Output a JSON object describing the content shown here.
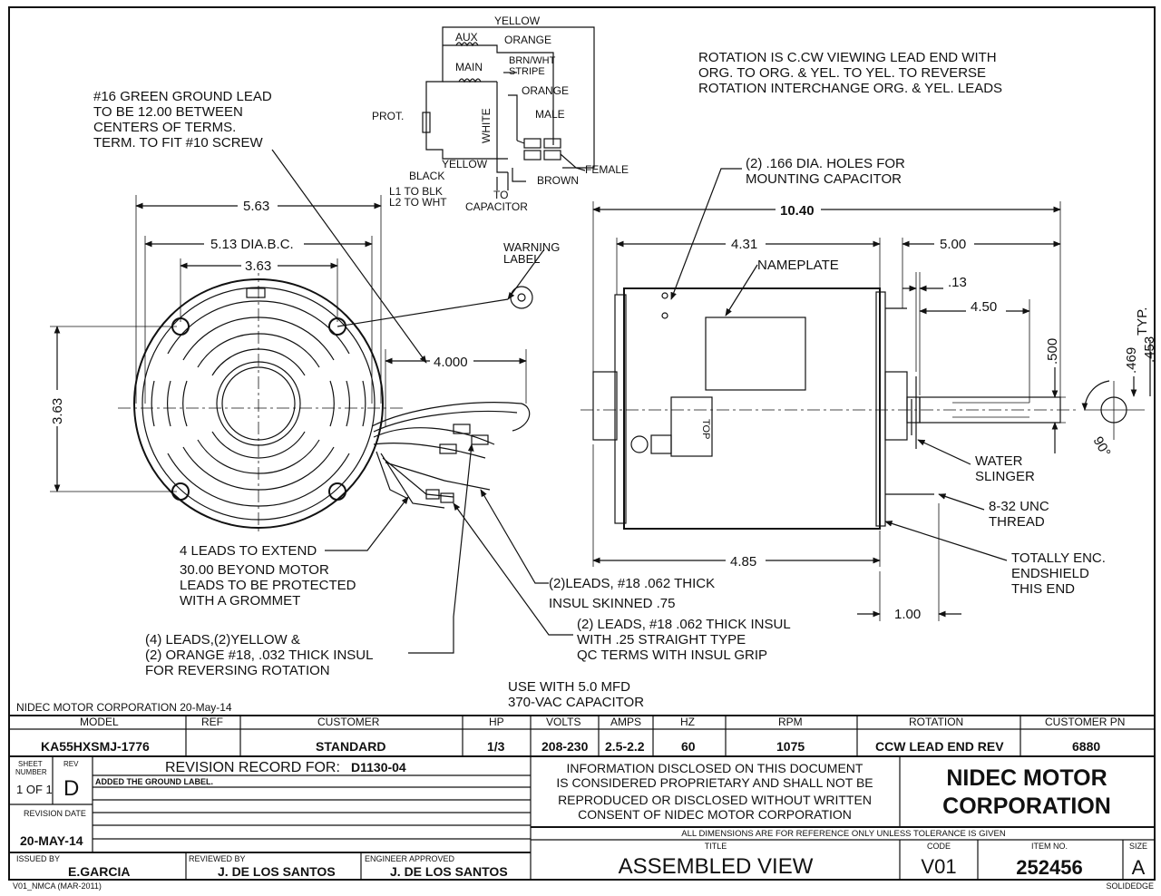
{
  "wiring": {
    "yellow_top": "YELLOW",
    "aux": "AUX",
    "orange_top": "ORANGE",
    "main": "MAIN",
    "brn_wht": "BRN/WHT",
    "stripe": "STRIPE",
    "orange_mid": "ORANGE",
    "prot": "PROT.",
    "white": "WHITE",
    "male": "MALE",
    "yellow_bot": "YELLOW",
    "black": "BLACK",
    "brown": "BROWN",
    "female": "FEMALE",
    "l1": "L1 TO BLK",
    "l2": "L2 TO WHT",
    "to": "TO",
    "capacitor": "CAPACITOR"
  },
  "notes": {
    "rotation": [
      "ROTATION IS C.CW VIEWING LEAD END WITH",
      "ORG. TO ORG. & YEL. TO YEL. TO REVERSE",
      "ROTATION INTERCHANGE ORG. & YEL. LEADS"
    ],
    "ground": [
      "#16 GREEN GROUND LEAD",
      "TO BE 12.00 BETWEEN",
      "CENTERS OF TERMS.",
      "TERM. TO FIT #10 SCREW"
    ],
    "holes": [
      "(2) .166 DIA. HOLES FOR",
      "MOUNTING CAPACITOR"
    ],
    "warning": [
      "WARNING",
      "LABEL"
    ],
    "nameplate": "NAMEPLATE",
    "top_label": "TOP",
    "water_slinger": [
      "WATER",
      "SLINGER"
    ],
    "thread": [
      "8-32 UNC",
      "THREAD"
    ],
    "endshield": [
      "TOTALLY ENC.",
      "ENDSHIELD",
      "THIS END"
    ],
    "four_leads": [
      "4 LEADS TO EXTEND",
      "30.00 BEYOND MOTOR",
      "LEADS TO BE PROTECTED",
      "WITH A GROMMET"
    ],
    "leads_skinned": [
      "(2)LEADS, #18 .062 THICK",
      "INSUL SKINNED .75"
    ],
    "leads_qc": [
      "(2) LEADS, #18 .062 THICK INSUL",
      "WITH .25 STRAIGHT TYPE",
      "QC TERMS WITH INSUL GRIP"
    ],
    "leads_reversing": [
      "(4) LEADS,(2)YELLOW &",
      "(2) ORANGE #18, .032 THICK INSUL",
      "FOR REVERSING ROTATION"
    ],
    "capacitor_use": [
      "USE WITH 5.0 MFD",
      "370-VAC CAPACITOR"
    ]
  },
  "dims": {
    "d563": "5.63",
    "d513": "5.13 DIA.B.C.",
    "d363h": "3.63",
    "d363v": "3.63",
    "d4000": "4.000",
    "d1040": "10.40",
    "d431": "4.31",
    "d500": "5.00",
    "d13": ".13",
    "d450": "4.50",
    "d485": "4.85",
    "d100": "1.00",
    "d500v": ".500",
    "d469": ".469",
    "d453": ".453",
    "typ": "TYP.",
    "deg90": "90°"
  },
  "titleblock": {
    "company_date": "NIDEC MOTOR CORPORATION 20-May-14",
    "headers": [
      "MODEL",
      "REF",
      "CUSTOMER",
      "HP",
      "VOLTS",
      "AMPS",
      "HZ",
      "RPM",
      "ROTATION",
      "CUSTOMER PN"
    ],
    "values": [
      "KA55HXSMJ-1776",
      "",
      "STANDARD",
      "1/3",
      "208-230",
      "2.5-2.2",
      "60",
      "1075",
      "CCW LEAD END REV",
      "6880"
    ],
    "sheet_label": [
      "SHEET",
      "NUMBER"
    ],
    "sheet_value": "1 OF 1",
    "rev_label": "REV",
    "rev_value": "D",
    "revision_record": "REVISION RECORD FOR:",
    "revision_number": "D1130-04",
    "revision_note": "ADDED THE GROUND LABEL.",
    "revision_date_label": "REVISION DATE",
    "revision_date": "20-MAY-14",
    "proprietary": [
      "INFORMATION DISCLOSED ON THIS DOCUMENT",
      "IS CONSIDERED PROPRIETARY AND SHALL NOT BE",
      "REPRODUCED OR DISCLOSED WITHOUT WRITTEN",
      "CONSENT OF NIDEC MOTOR CORPORATION"
    ],
    "company": [
      "NIDEC MOTOR",
      "CORPORATION"
    ],
    "dimensions_note": "ALL DIMENSIONS ARE FOR REFERENCE ONLY UNLESS TOLERANCE IS GIVEN",
    "issued_by_label": "ISSUED BY",
    "issued_by": "E.GARCIA",
    "reviewed_by_label": "REVIEWED BY",
    "reviewed_by": "J. DE LOS SANTOS",
    "engineer_label": "ENGINEER APPROVED",
    "engineer": "J. DE LOS SANTOS",
    "title_label": "TITLE",
    "title": "ASSEMBLED VIEW",
    "code_label": "CODE",
    "code": "V01",
    "item_label": "ITEM NO.",
    "item": "252456",
    "size_label": "SIZE",
    "size": "A",
    "form": "V01_NMCA (MAR-2011)",
    "software": "SOLIDEDGE"
  }
}
